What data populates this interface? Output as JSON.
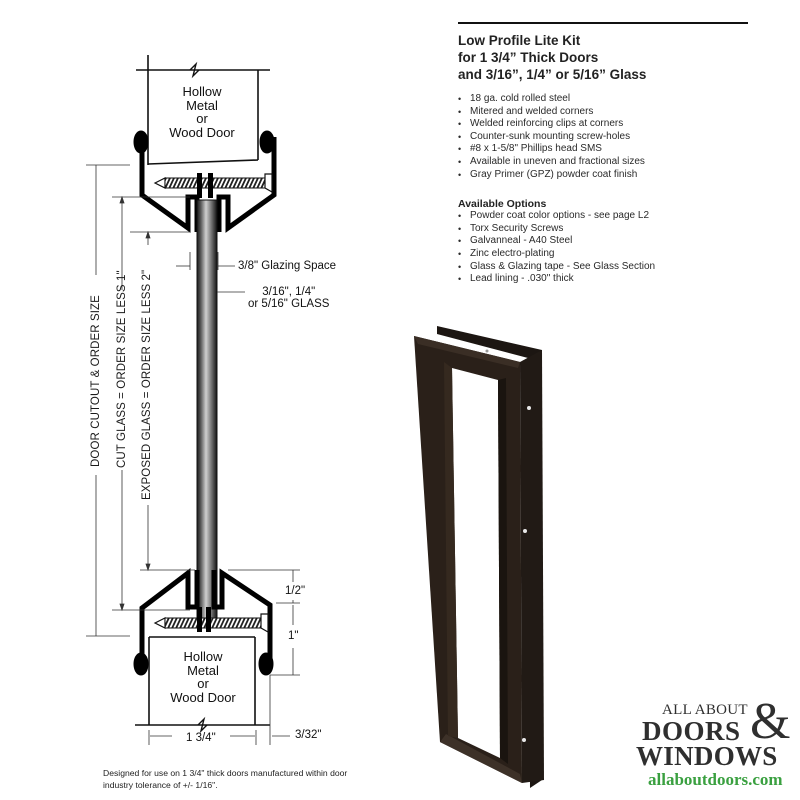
{
  "spec_sheet": {
    "title_lines": [
      "Low Profile Lite Kit",
      "for 1 3/4” Thick Doors",
      "and 3/16”, 1/4” or 5/16” Glass"
    ],
    "features": [
      "18 ga. cold rolled steel",
      "Mitered and welded corners",
      "Welded reinforcing clips at corners",
      "Counter-sunk mounting screw-holes",
      "#8 x 1-5/8\" Phillips head SMS",
      "Available in uneven and fractional sizes",
      "Gray Primer (GPZ) powder coat finish"
    ],
    "options_title": "Available Options",
    "options": [
      "Powder coat color options - see page L2",
      "Torx Security Screws",
      "Galvanneal - A40 Steel",
      "Zinc electro-plating",
      "Glass & Glazing tape - See Glass Section",
      "Lead lining - .030\" thick"
    ]
  },
  "diagram": {
    "top_door_label": [
      "Hollow",
      "Metal",
      "or",
      "Wood Door"
    ],
    "bottom_door_label": [
      "Hollow",
      "Metal",
      "or",
      "Wood Door"
    ],
    "glazing_space": "3/8\" Glazing Space",
    "glass_thickness": [
      "3/16\", 1/4\"",
      "or 5/16\" GLASS"
    ],
    "dim_door_cutout": "DOOR CUTOUT & ORDER SIZE",
    "dim_cut_glass": "CUT GLASS = ORDER SIZE LESS 1\"",
    "dim_exposed_glass": "EXPOSED GLASS = ORDER SIZE LESS 2\"",
    "dim_half_inch": "1/2\"",
    "dim_one_inch": "1\"",
    "dim_door_thickness": "1 3/4\"",
    "dim_offset": "3/32\"",
    "footnote": "Designed for use on 1 3/4\" thick doors manufactured within door industry tolerance of +/- 1/16\"."
  },
  "product_image": {
    "description": "Dark bronze low profile lite kit frame",
    "color": "#2a2019"
  },
  "logo": {
    "line1": "ALL ABOUT",
    "line2": "DOORS",
    "ampersand": "&",
    "line3": "WINDOWS",
    "url": "allaboutdoors.com",
    "url_color": "#3aa040"
  }
}
